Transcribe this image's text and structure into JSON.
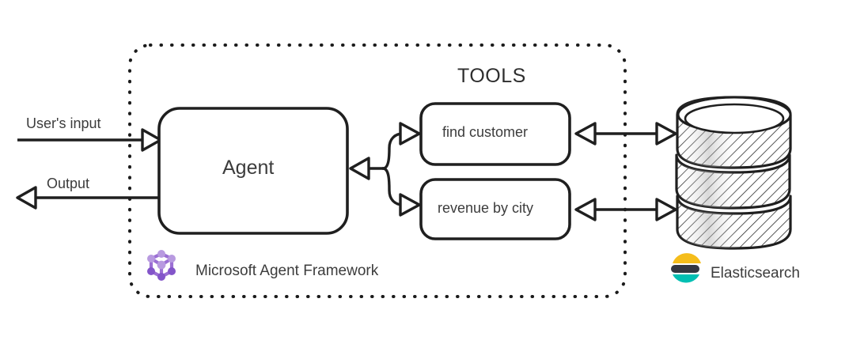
{
  "diagram": {
    "title_tools": "TOOLS",
    "boundary": {
      "name": "agent-framework-boundary",
      "style": "dotted-rounded-rect"
    },
    "nodes": {
      "agent": {
        "label": "Agent",
        "shape": "rounded-rect"
      },
      "tools": [
        {
          "label": "find customer",
          "shape": "rounded-rect"
        },
        {
          "label": "revenue by city",
          "shape": "rounded-rect"
        }
      ],
      "database": {
        "label": "",
        "shape": "sketch-cylinder",
        "segments": 3
      }
    },
    "edges": {
      "users_input": {
        "label": "User's input",
        "direction": "right",
        "arrow": "single"
      },
      "output": {
        "label": "Output",
        "direction": "left",
        "arrow": "single"
      },
      "agent_tools": {
        "label": "",
        "style": "curly-brace",
        "arrow": "bidirectional-branching"
      },
      "tool_db": [
        {
          "arrow": "double-headed"
        },
        {
          "arrow": "double-headed"
        }
      ]
    },
    "branding": {
      "microsoft_agent_framework": {
        "label": "Microsoft Agent Framework",
        "icon": "purple-cube-molecule-icon"
      },
      "elasticsearch": {
        "label": "Elasticsearch",
        "icon": "elasticsearch-logo-icon"
      }
    },
    "colors": {
      "stroke": "#1f1f1f",
      "text": "#3c3c3c",
      "background": "#ffffff",
      "maf_purple_light": "#b89ae0",
      "maf_purple": "#9b6fd4",
      "maf_purple_dark": "#7b4fc0",
      "es_yellow": "#f5bd1b",
      "es_dark": "#343741",
      "es_teal": "#00bfb3"
    }
  }
}
